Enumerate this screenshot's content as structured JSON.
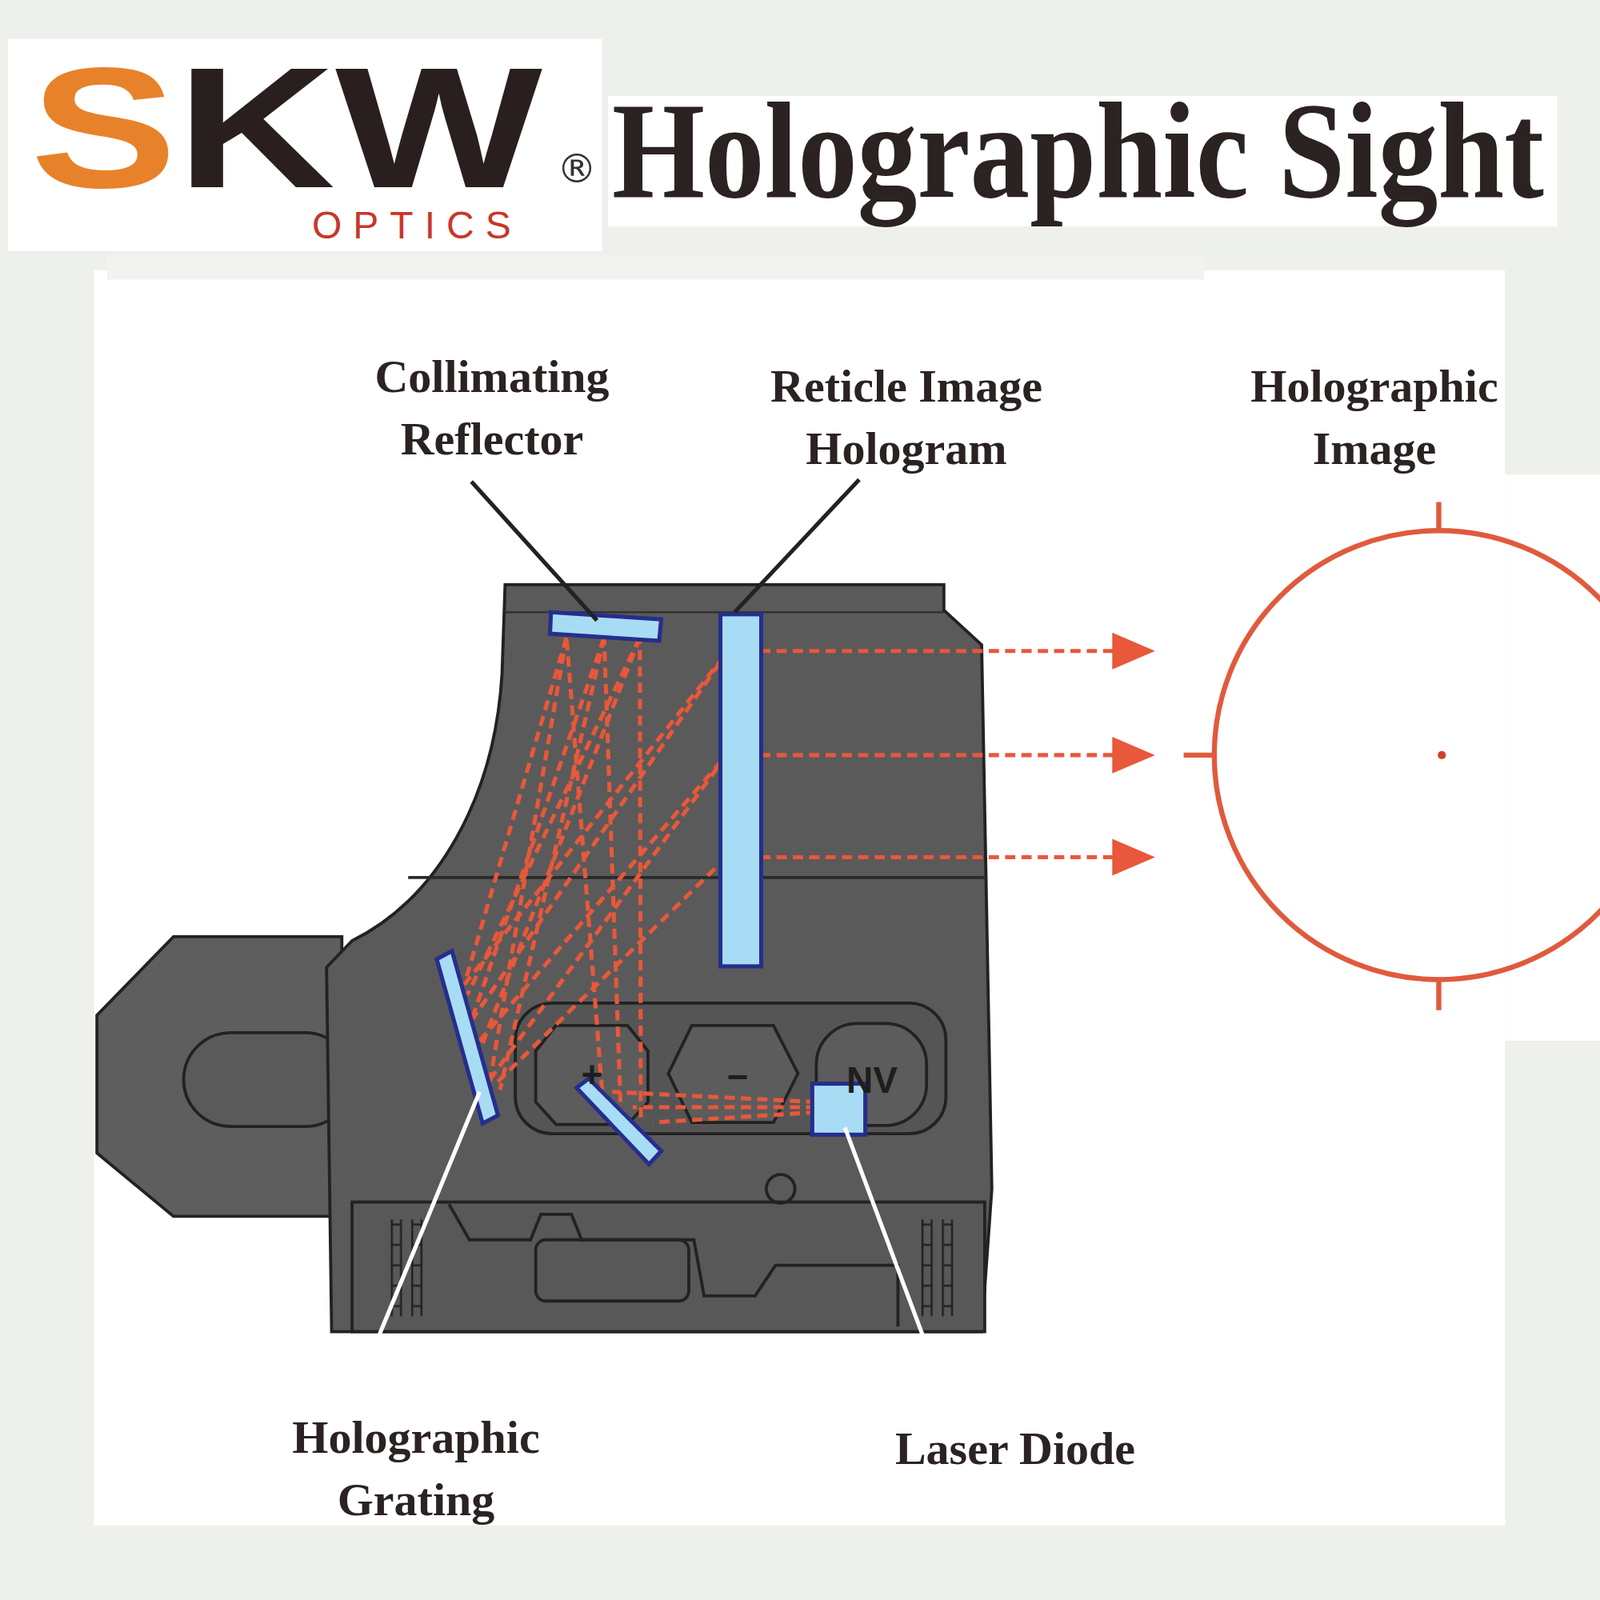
{
  "diagram": {
    "title": "Holographic Sight",
    "labels": [
      "SKW",
      "®",
      "OPTICS",
      "Collimating Reflector",
      "Reticle Image Hologram",
      "Holographic Image",
      "+",
      "−",
      "NV",
      "Holographic Grating",
      "Laser Diode"
    ]
  }
}
